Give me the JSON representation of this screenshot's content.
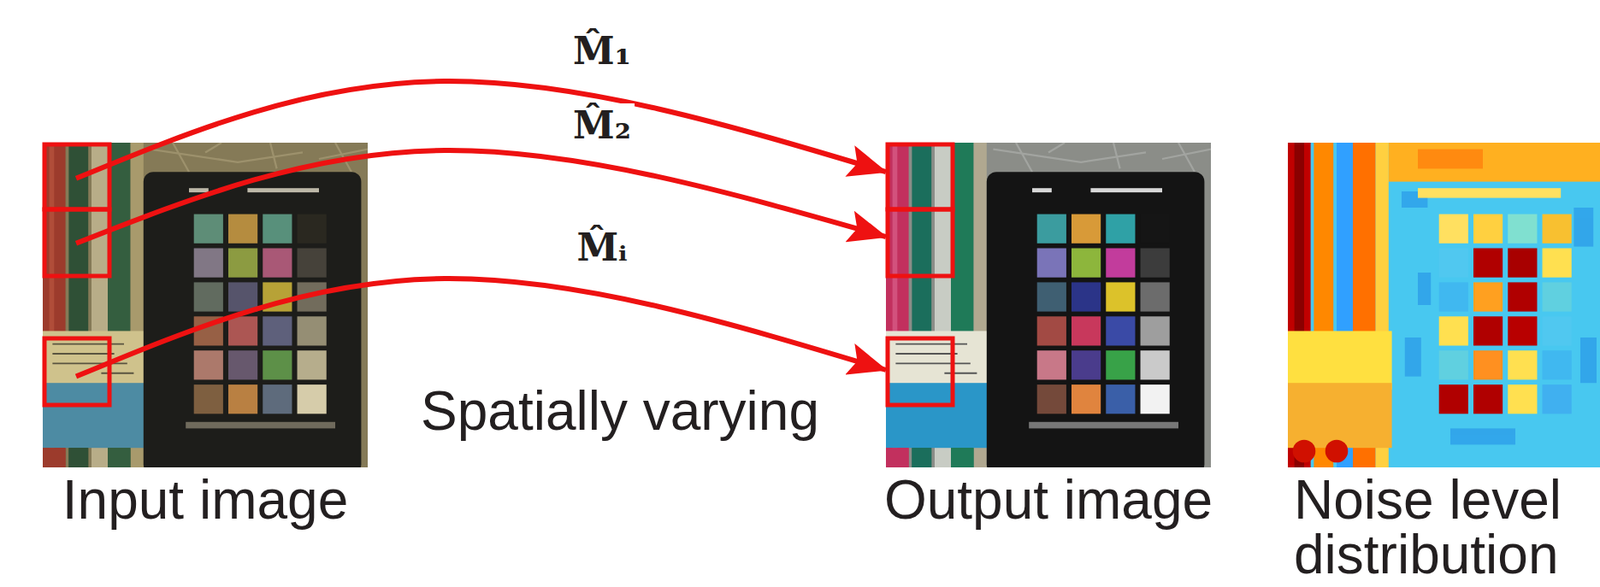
{
  "diagram": {
    "nodes": [
      {
        "text": [
          "Input image"
        ]
      },
      {
        "text": [
          "Output image"
        ]
      },
      {
        "text": [
          "Noise level distribution"
        ]
      }
    ],
    "edges": [
      {
        "from": 0,
        "to": 1,
        "arrow": "to",
        "label": "M̂₁"
      },
      {
        "from": 0,
        "to": 1,
        "arrow": "to",
        "label": "M̂₂"
      },
      {
        "from": 0,
        "to": 1,
        "arrow": "to",
        "label": "M̂ᵢ"
      }
    ],
    "labels": [
      "Spatially varying"
    ]
  }
}
